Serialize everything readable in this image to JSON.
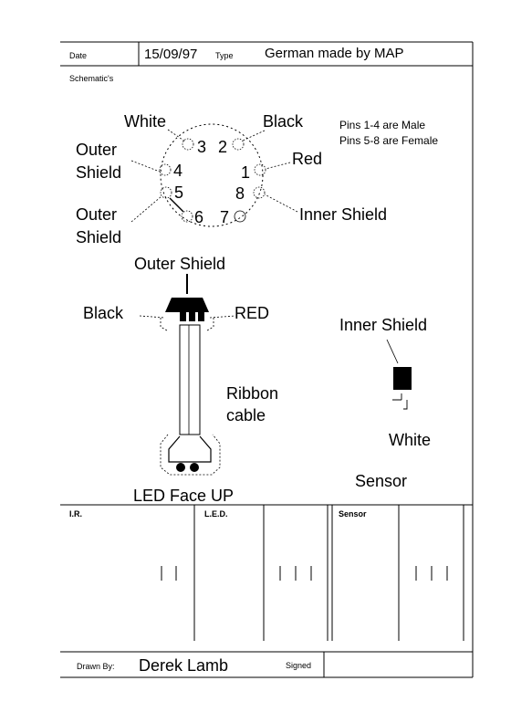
{
  "header": {
    "date_label": "Date",
    "date_value": "15/09/97",
    "type_label": "Type",
    "type_value": "German made by MAP",
    "schematics_label": "Schematic's"
  },
  "connector": {
    "pins": [
      {
        "number": "1",
        "wire": "Red"
      },
      {
        "number": "2",
        "wire": "Black"
      },
      {
        "number": "3",
        "wire": "White"
      },
      {
        "number": "4",
        "wire": "Outer Shield"
      },
      {
        "number": "5",
        "wire": "Outer Shield"
      },
      {
        "number": "6",
        "wire": ""
      },
      {
        "number": "7",
        "wire": ""
      },
      {
        "number": "8",
        "wire": "Inner Shield"
      }
    ],
    "labels": {
      "white": "White",
      "black": "Black",
      "red": "Red",
      "outer_shield_1a": "Outer",
      "outer_shield_1b": "Shield",
      "outer_shield_2a": "Outer",
      "outer_shield_2b": "Shield",
      "inner_shield": "Inner Shield"
    },
    "notes": [
      "Pins 1-4 are Male",
      "Pins 5-8 are Female"
    ]
  },
  "ribbon": {
    "outer_shield": "Outer Shield",
    "black": "Black",
    "red": "RED",
    "cable_line1": "Ribbon",
    "cable_line2": "cable",
    "led_face": "LED Face UP"
  },
  "sensor": {
    "inner_shield": "Inner Shield",
    "white": "White",
    "title": "Sensor"
  },
  "footprints": {
    "ir": "I.R.",
    "led": "L.E.D.",
    "sensor": "Sensor"
  },
  "footer": {
    "drawn_by_label": "Drawn By:",
    "drawn_by_value": "Derek Lamb",
    "signed_label": "Signed"
  }
}
